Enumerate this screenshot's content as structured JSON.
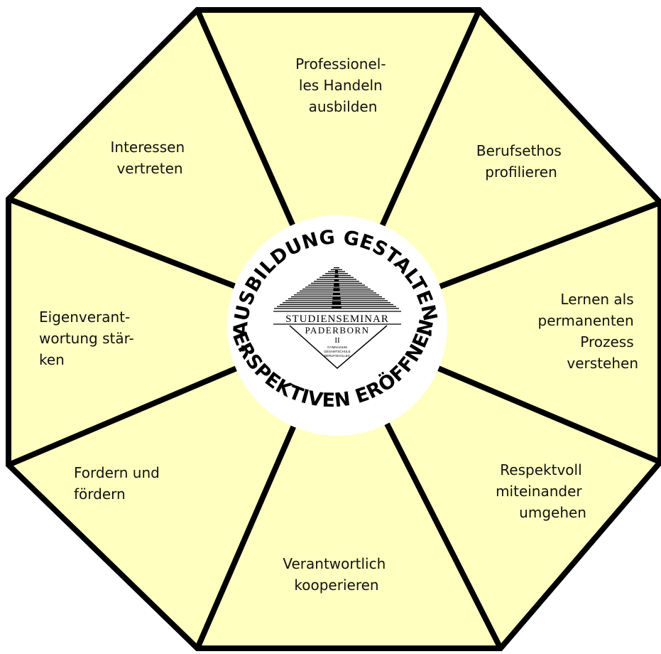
{
  "diagram": {
    "colors": {
      "segment_fill": "#ffffc0",
      "border": "#000000",
      "center_fill": "#ffffff"
    },
    "segments": [
      {
        "id": "professional",
        "lines": [
          "Professionel-",
          "les Handeln",
          "ausbilden"
        ]
      },
      {
        "id": "berufsethos",
        "lines": [
          "Berufsethos",
          "profilieren"
        ]
      },
      {
        "id": "lernen",
        "lines": [
          "Lernen als",
          "permanenten",
          "Prozess",
          "verstehen"
        ]
      },
      {
        "id": "respektvoll",
        "lines": [
          "Respektvoll",
          "miteinander",
          "umgehen"
        ]
      },
      {
        "id": "verantwortlich",
        "lines": [
          "Verantwortlich",
          "kooperieren"
        ]
      },
      {
        "id": "fordern",
        "lines": [
          "Fordern und",
          "fördern"
        ]
      },
      {
        "id": "eigenverantwortung",
        "lines": [
          "Eigenverant-",
          "wortung stär-",
          "ken"
        ]
      },
      {
        "id": "interessen",
        "lines": [
          "Interessen",
          "vertreten"
        ]
      }
    ],
    "ring": {
      "top_text": "- AUSBILDUNG GESTALTEN -",
      "bottom_text": "PERSPEKTIVEN ERÖFFNEN"
    },
    "logo": {
      "line1": "STUDIENSEMINAR",
      "line2": "PADERBORN",
      "line3": "II",
      "small1": "GYMNASIUM",
      "small2": "GESAMTSCHULE",
      "small3": "BERUFSKOLLEG"
    }
  }
}
